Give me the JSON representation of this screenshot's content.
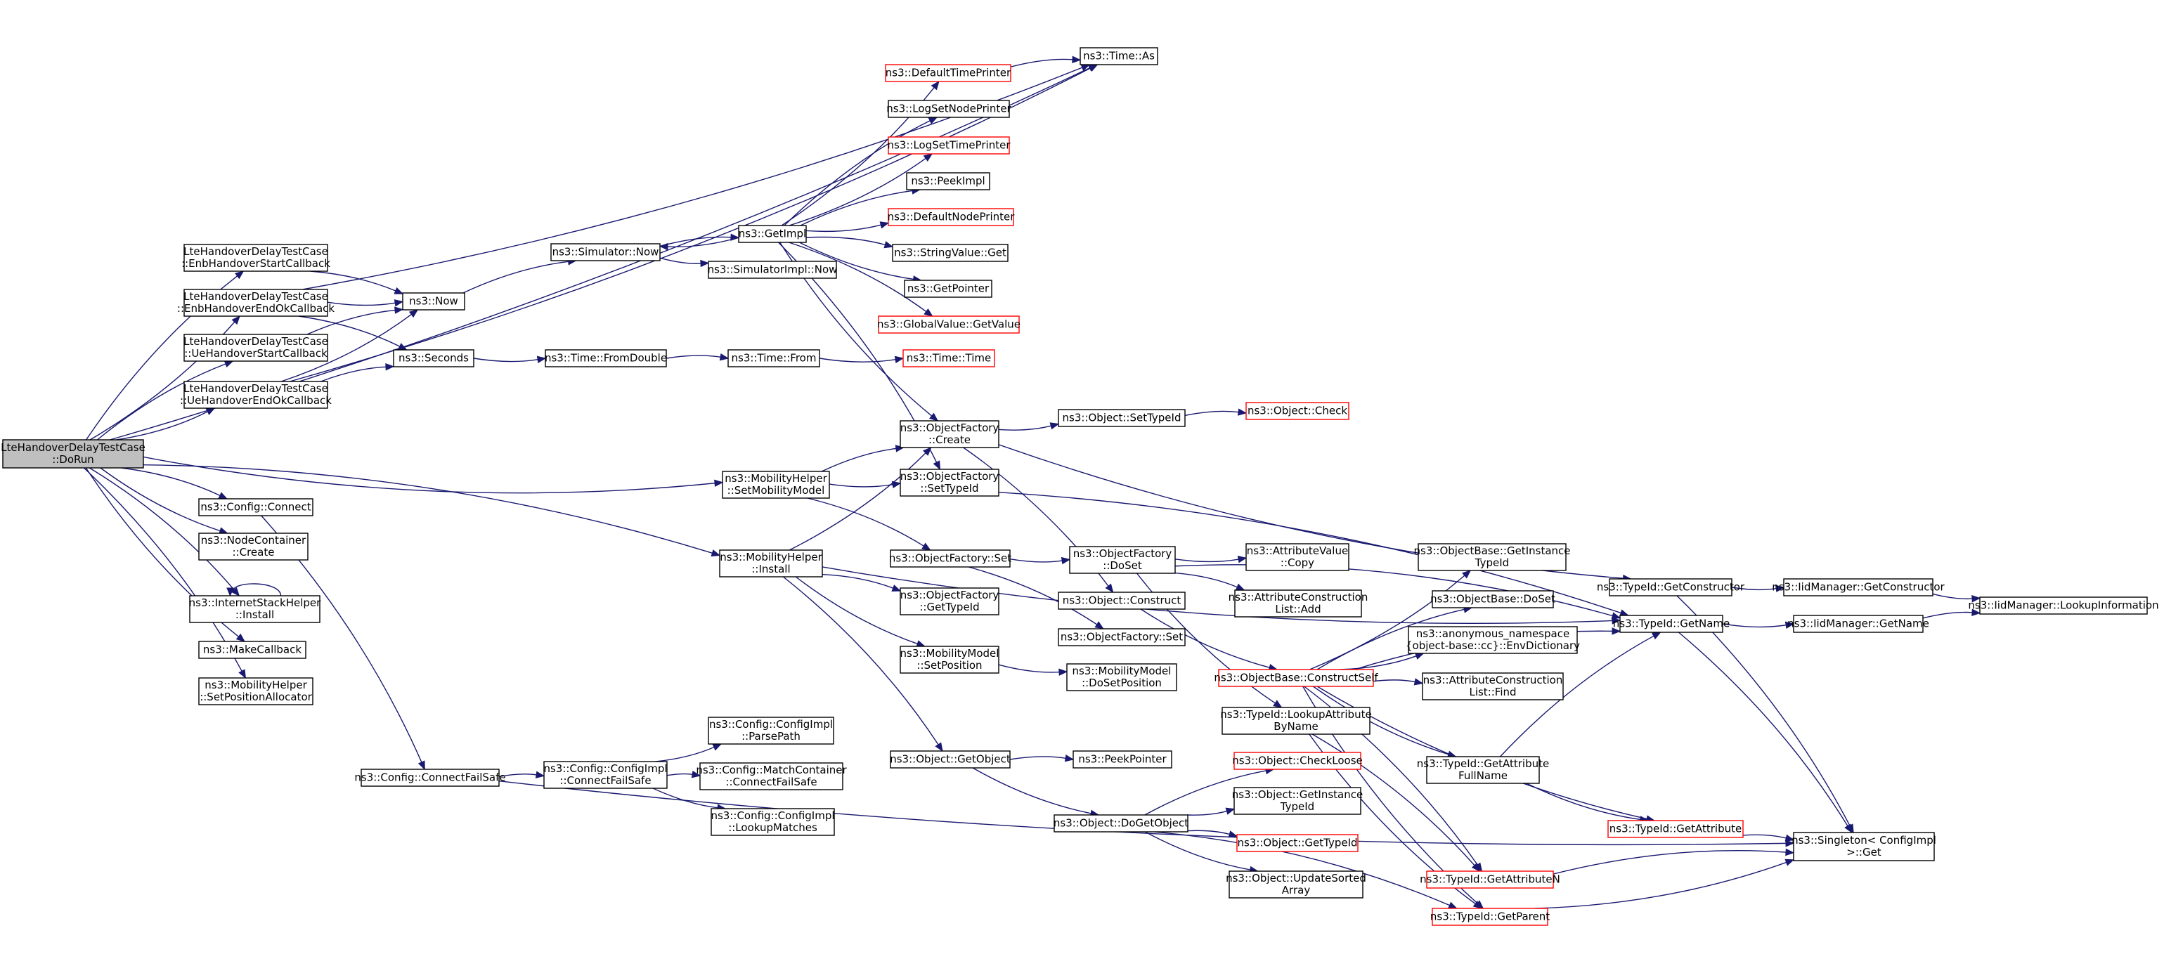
{
  "diagram": {
    "root": "n0",
    "nodes": [
      {
        "id": "n0",
        "lines": [
          "LteHandoverDelayTestCase",
          "::DoRun"
        ],
        "style": "root"
      },
      {
        "id": "n1",
        "lines": [
          "LteHandoverDelayTestCase",
          "::EnbHandoverStartCallback"
        ],
        "style": "normal"
      },
      {
        "id": "n2",
        "lines": [
          "LteHandoverDelayTestCase",
          "::EnbHandoverEndOkCallback"
        ],
        "style": "normal"
      },
      {
        "id": "n3",
        "lines": [
          "LteHandoverDelayTestCase",
          "::UeHandoverStartCallback"
        ],
        "style": "normal"
      },
      {
        "id": "n4",
        "lines": [
          "LteHandoverDelayTestCase",
          "::UeHandoverEndOkCallback"
        ],
        "style": "normal"
      },
      {
        "id": "n5",
        "lines": [
          "ns3::Config::Connect"
        ],
        "style": "normal"
      },
      {
        "id": "n6",
        "lines": [
          "ns3::NodeContainer",
          "::Create"
        ],
        "style": "normal"
      },
      {
        "id": "n7",
        "lines": [
          "ns3::InternetStackHelper",
          "::Install"
        ],
        "style": "normal"
      },
      {
        "id": "n8",
        "lines": [
          "ns3::MakeCallback"
        ],
        "style": "normal"
      },
      {
        "id": "n9",
        "lines": [
          "ns3::MobilityHelper",
          "::SetPositionAllocator"
        ],
        "style": "normal"
      },
      {
        "id": "n10",
        "lines": [
          "ns3::Now"
        ],
        "style": "normal"
      },
      {
        "id": "n11",
        "lines": [
          "ns3::Seconds"
        ],
        "style": "normal"
      },
      {
        "id": "n12",
        "lines": [
          "ns3::Config::ConnectFailSafe"
        ],
        "style": "normal"
      },
      {
        "id": "n13",
        "lines": [
          "ns3::Simulator::Now"
        ],
        "style": "normal"
      },
      {
        "id": "n14",
        "lines": [
          "ns3::Time::FromDouble"
        ],
        "style": "normal"
      },
      {
        "id": "n15",
        "lines": [
          "ns3::Config::ConfigImpl",
          "::ConnectFailSafe"
        ],
        "style": "normal"
      },
      {
        "id": "n16",
        "lines": [
          "ns3::MobilityHelper",
          "::SetMobilityModel"
        ],
        "style": "normal"
      },
      {
        "id": "n17",
        "lines": [
          "ns3::MobilityHelper",
          "::Install"
        ],
        "style": "normal"
      },
      {
        "id": "n18",
        "lines": [
          "ns3::GetImpl"
        ],
        "style": "normal"
      },
      {
        "id": "n19",
        "lines": [
          "ns3::SimulatorImpl::Now"
        ],
        "style": "normal"
      },
      {
        "id": "n20",
        "lines": [
          "ns3::Time::From"
        ],
        "style": "normal"
      },
      {
        "id": "n21",
        "lines": [
          "ns3::Config::ConfigImpl",
          "::ParsePath"
        ],
        "style": "normal"
      },
      {
        "id": "n22",
        "lines": [
          "ns3::Config::MatchContainer",
          "::ConnectFailSafe"
        ],
        "style": "normal"
      },
      {
        "id": "n23",
        "lines": [
          "ns3::Config::ConfigImpl",
          "::LookupMatches"
        ],
        "style": "normal"
      },
      {
        "id": "n24",
        "lines": [
          "ns3::DefaultTimePrinter"
        ],
        "style": "red"
      },
      {
        "id": "n25",
        "lines": [
          "ns3::LogSetNodePrinter"
        ],
        "style": "normal"
      },
      {
        "id": "n26",
        "lines": [
          "ns3::LogSetTimePrinter"
        ],
        "style": "red"
      },
      {
        "id": "n27",
        "lines": [
          "ns3::PeekImpl"
        ],
        "style": "normal"
      },
      {
        "id": "n28",
        "lines": [
          "ns3::DefaultNodePrinter"
        ],
        "style": "red"
      },
      {
        "id": "n29",
        "lines": [
          "ns3::StringValue::Get"
        ],
        "style": "normal"
      },
      {
        "id": "n30",
        "lines": [
          "ns3::GetPointer"
        ],
        "style": "normal"
      },
      {
        "id": "n31",
        "lines": [
          "ns3::GlobalValue::GetValue"
        ],
        "style": "red"
      },
      {
        "id": "n32",
        "lines": [
          "ns3::Time::Time"
        ],
        "style": "red"
      },
      {
        "id": "n33",
        "lines": [
          "ns3::ObjectFactory",
          "::Create"
        ],
        "style": "normal"
      },
      {
        "id": "n34",
        "lines": [
          "ns3::ObjectFactory",
          "::SetTypeId"
        ],
        "style": "normal"
      },
      {
        "id": "n35",
        "lines": [
          "ns3::ObjectFactory::Set"
        ],
        "style": "normal"
      },
      {
        "id": "n36",
        "lines": [
          "ns3::ObjectFactory",
          "::GetTypeId"
        ],
        "style": "normal"
      },
      {
        "id": "n37",
        "lines": [
          "ns3::MobilityModel",
          "::SetPosition"
        ],
        "style": "normal"
      },
      {
        "id": "n38",
        "lines": [
          "ns3::Object::GetObject"
        ],
        "style": "normal"
      },
      {
        "id": "n39",
        "lines": [
          "ns3::Time::As"
        ],
        "style": "normal"
      },
      {
        "id": "n40",
        "lines": [
          "ns3::Object::SetTypeId"
        ],
        "style": "normal"
      },
      {
        "id": "n41",
        "lines": [
          "ns3::ObjectFactory",
          "::DoSet"
        ],
        "style": "normal"
      },
      {
        "id": "n42",
        "lines": [
          "ns3::Object::Construct"
        ],
        "style": "normal"
      },
      {
        "id": "n43",
        "lines": [
          "ns3::ObjectFactory::Set"
        ],
        "style": "normal"
      },
      {
        "id": "n44",
        "lines": [
          "ns3::MobilityModel",
          "::DoSetPosition"
        ],
        "style": "normal"
      },
      {
        "id": "n45",
        "lines": [
          "ns3::PeekPointer"
        ],
        "style": "normal"
      },
      {
        "id": "n46",
        "lines": [
          "ns3::Object::DoGetObject"
        ],
        "style": "normal"
      },
      {
        "id": "n47",
        "lines": [
          "ns3::Object::Check"
        ],
        "style": "red"
      },
      {
        "id": "n48",
        "lines": [
          "ns3::AttributeValue",
          "::Copy"
        ],
        "style": "normal"
      },
      {
        "id": "n49",
        "lines": [
          "ns3::AttributeConstruction",
          "List::Add"
        ],
        "style": "normal"
      },
      {
        "id": "n50",
        "lines": [
          "ns3::ObjectBase::ConstructSelf"
        ],
        "style": "red"
      },
      {
        "id": "n51",
        "lines": [
          "ns3::TypeId::LookupAttribute",
          "ByName"
        ],
        "style": "normal"
      },
      {
        "id": "n52",
        "lines": [
          "ns3::Object::CheckLoose"
        ],
        "style": "red"
      },
      {
        "id": "n53",
        "lines": [
          "ns3::Object::GetInstance",
          "TypeId"
        ],
        "style": "normal"
      },
      {
        "id": "n54",
        "lines": [
          "ns3::Object::GetTypeId"
        ],
        "style": "red"
      },
      {
        "id": "n55",
        "lines": [
          "ns3::Object::UpdateSorted",
          "Array"
        ],
        "style": "normal"
      },
      {
        "id": "n56",
        "lines": [
          "ns3::ObjectBase::GetInstance",
          "TypeId"
        ],
        "style": "normal"
      },
      {
        "id": "n57",
        "lines": [
          "ns3::ObjectBase::DoSet"
        ],
        "style": "normal"
      },
      {
        "id": "n58",
        "lines": [
          "ns3::anonymous_namespace",
          "{object-base::cc}::EnvDictionary"
        ],
        "style": "normal"
      },
      {
        "id": "n59",
        "lines": [
          "ns3::AttributeConstruction",
          "List::Find"
        ],
        "style": "normal"
      },
      {
        "id": "n60",
        "lines": [
          "ns3::TypeId::GetAttribute",
          "FullName"
        ],
        "style": "normal"
      },
      {
        "id": "n61",
        "lines": [
          "ns3::TypeId::GetAttributeN"
        ],
        "style": "red"
      },
      {
        "id": "n62",
        "lines": [
          "ns3::TypeId::GetParent"
        ],
        "style": "red"
      },
      {
        "id": "n63",
        "lines": [
          "ns3::TypeId::GetConstructor"
        ],
        "style": "normal"
      },
      {
        "id": "n64",
        "lines": [
          "ns3::TypeId::GetName"
        ],
        "style": "normal"
      },
      {
        "id": "n65",
        "lines": [
          "ns3::TypeId::GetAttribute"
        ],
        "style": "red"
      },
      {
        "id": "n66",
        "lines": [
          "ns3::IidManager::GetConstructor"
        ],
        "style": "normal"
      },
      {
        "id": "n67",
        "lines": [
          "ns3::IidManager::GetName"
        ],
        "style": "normal"
      },
      {
        "id": "n68",
        "lines": [
          "ns3::Singleton< ConfigImpl",
          ">::Get"
        ],
        "style": "normal"
      },
      {
        "id": "n69",
        "lines": [
          "ns3::IidManager::LookupInformation"
        ],
        "style": "normal"
      }
    ],
    "edges": [
      [
        "n0",
        "n1"
      ],
      [
        "n0",
        "n2"
      ],
      [
        "n0",
        "n3"
      ],
      [
        "n0",
        "n4"
      ],
      [
        "n0",
        "n5"
      ],
      [
        "n0",
        "n6"
      ],
      [
        "n0",
        "n7"
      ],
      [
        "n0",
        "n8"
      ],
      [
        "n0",
        "n9"
      ],
      [
        "n0",
        "n16"
      ],
      [
        "n0",
        "n17"
      ],
      [
        "n0",
        "n39"
      ],
      [
        "n1",
        "n10"
      ],
      [
        "n2",
        "n10"
      ],
      [
        "n2",
        "n11"
      ],
      [
        "n2",
        "n39"
      ],
      [
        "n3",
        "n10"
      ],
      [
        "n4",
        "n10"
      ],
      [
        "n4",
        "n11"
      ],
      [
        "n4",
        "n39"
      ],
      [
        "n5",
        "n12"
      ],
      [
        "n7",
        "n7"
      ],
      [
        "n10",
        "n13"
      ],
      [
        "n11",
        "n14"
      ],
      [
        "n12",
        "n15"
      ],
      [
        "n12",
        "n68"
      ],
      [
        "n13",
        "n18"
      ],
      [
        "n13",
        "n19"
      ],
      [
        "n14",
        "n20"
      ],
      [
        "n15",
        "n21"
      ],
      [
        "n15",
        "n22"
      ],
      [
        "n15",
        "n23"
      ],
      [
        "n16",
        "n33"
      ],
      [
        "n16",
        "n34"
      ],
      [
        "n16",
        "n35"
      ],
      [
        "n17",
        "n33"
      ],
      [
        "n17",
        "n36"
      ],
      [
        "n17",
        "n37"
      ],
      [
        "n17",
        "n38"
      ],
      [
        "n17",
        "n64"
      ],
      [
        "n18",
        "n13"
      ],
      [
        "n18",
        "n24"
      ],
      [
        "n18",
        "n25"
      ],
      [
        "n18",
        "n26"
      ],
      [
        "n18",
        "n27"
      ],
      [
        "n18",
        "n28"
      ],
      [
        "n18",
        "n29"
      ],
      [
        "n18",
        "n30"
      ],
      [
        "n18",
        "n31"
      ],
      [
        "n18",
        "n33"
      ],
      [
        "n18",
        "n34"
      ],
      [
        "n20",
        "n32"
      ],
      [
        "n24",
        "n39"
      ],
      [
        "n33",
        "n40"
      ],
      [
        "n33",
        "n42"
      ],
      [
        "n33",
        "n63"
      ],
      [
        "n34",
        "n64"
      ],
      [
        "n35",
        "n41"
      ],
      [
        "n35",
        "n43"
      ],
      [
        "n37",
        "n44"
      ],
      [
        "n38",
        "n45"
      ],
      [
        "n38",
        "n46"
      ],
      [
        "n40",
        "n47"
      ],
      [
        "n41",
        "n48"
      ],
      [
        "n41",
        "n49"
      ],
      [
        "n41",
        "n51"
      ],
      [
        "n41",
        "n64"
      ],
      [
        "n42",
        "n50"
      ],
      [
        "n46",
        "n52"
      ],
      [
        "n46",
        "n53"
      ],
      [
        "n46",
        "n54"
      ],
      [
        "n46",
        "n55"
      ],
      [
        "n46",
        "n62"
      ],
      [
        "n50",
        "n56"
      ],
      [
        "n50",
        "n57"
      ],
      [
        "n50",
        "n58"
      ],
      [
        "n50",
        "n59"
      ],
      [
        "n50",
        "n60"
      ],
      [
        "n50",
        "n61"
      ],
      [
        "n50",
        "n62"
      ],
      [
        "n50",
        "n64"
      ],
      [
        "n50",
        "n65"
      ],
      [
        "n51",
        "n61"
      ],
      [
        "n51",
        "n62"
      ],
      [
        "n60",
        "n64"
      ],
      [
        "n60",
        "n65"
      ],
      [
        "n61",
        "n68"
      ],
      [
        "n62",
        "n68"
      ],
      [
        "n65",
        "n68"
      ],
      [
        "n63",
        "n66"
      ],
      [
        "n63",
        "n68"
      ],
      [
        "n64",
        "n67"
      ],
      [
        "n64",
        "n68"
      ],
      [
        "n66",
        "n69"
      ],
      [
        "n67",
        "n69"
      ]
    ]
  }
}
